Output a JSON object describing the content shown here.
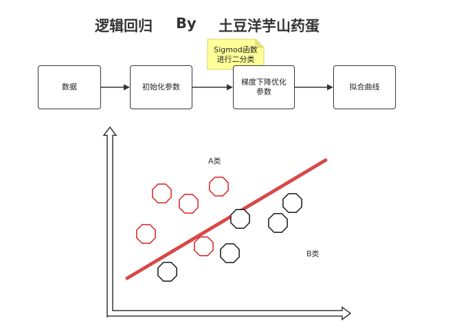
{
  "title": {
    "main": "逻辑回归",
    "by": "By",
    "author": "土豆洋芋山药蛋"
  },
  "flow": {
    "steps": [
      {
        "label": "数据"
      },
      {
        "label": "初始化参数"
      },
      {
        "label": "梯度下降优化\n参数"
      },
      {
        "label": "拟合曲线"
      }
    ],
    "note": "Sigmod函数\n进行二分类"
  },
  "plot": {
    "class_a": "A类",
    "class_b": "B类",
    "class_a_color": "#d81b1b",
    "class_b_color": "#111111",
    "boundary_color": "#d94848",
    "axis_color": "#333333",
    "note_color": "#ffff99"
  }
}
